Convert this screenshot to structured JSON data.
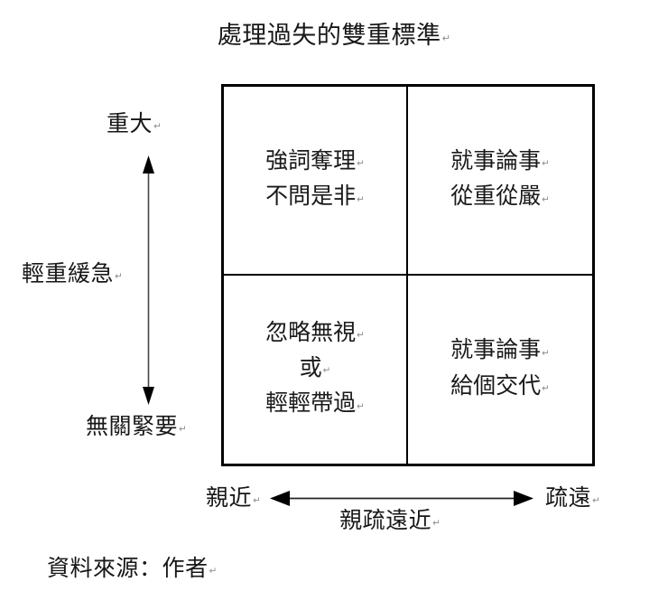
{
  "chart_data": {
    "type": "table",
    "title": "處理過失的雙重標準",
    "xlabel": "親疏遠近",
    "ylabel": "輕重緩急",
    "x_axis": {
      "label": "親疏遠近",
      "left_end": "親近",
      "right_end": "疏遠",
      "arrow": "double-headed"
    },
    "y_axis": {
      "label": "輕重緩急",
      "top_end": "重大",
      "bottom_end": "無關緊要",
      "arrow": "double-headed"
    },
    "categories": [
      "親近",
      "疏遠"
    ],
    "rows": [
      "重大",
      "無關緊要"
    ],
    "cells": [
      {
        "row": "重大",
        "column": "親近",
        "lines": [
          "強詞奪理",
          "不問是非"
        ]
      },
      {
        "row": "重大",
        "column": "疏遠",
        "lines": [
          "就事論事",
          "從重從嚴"
        ]
      },
      {
        "row": "無關緊要",
        "column": "親近",
        "lines": [
          "忽略無視",
          "或",
          "輕輕帶過"
        ]
      },
      {
        "row": "無關緊要",
        "column": "疏遠",
        "lines": [
          "就事論事",
          "給個交代"
        ]
      }
    ],
    "source": "資料來源：作者",
    "grid": true,
    "legend": "none"
  },
  "title": "處理過失的雙重標準",
  "matrix": {
    "top_left": {
      "line1": "強詞奪理",
      "line2": "不問是非"
    },
    "top_right": {
      "line1": "就事論事",
      "line2": "從重從嚴"
    },
    "bottom_left": {
      "line1": "忽略無視",
      "line2": "或",
      "line3": "輕輕帶過"
    },
    "bottom_right": {
      "line1": "就事論事",
      "line2": "給個交代"
    }
  },
  "axes": {
    "y_top": "重大",
    "y_bottom": "無關緊要",
    "y_label": "輕重緩急",
    "x_left": "親近",
    "x_right": "疏遠",
    "x_label": "親疏遠近"
  },
  "source": "資料來源：作者",
  "marks": {
    "paragraph": "↵"
  },
  "colors": {
    "border": "#000000",
    "text": "#171717",
    "paragraph_mark": "#8f8f8f",
    "background": "#ffffff"
  }
}
